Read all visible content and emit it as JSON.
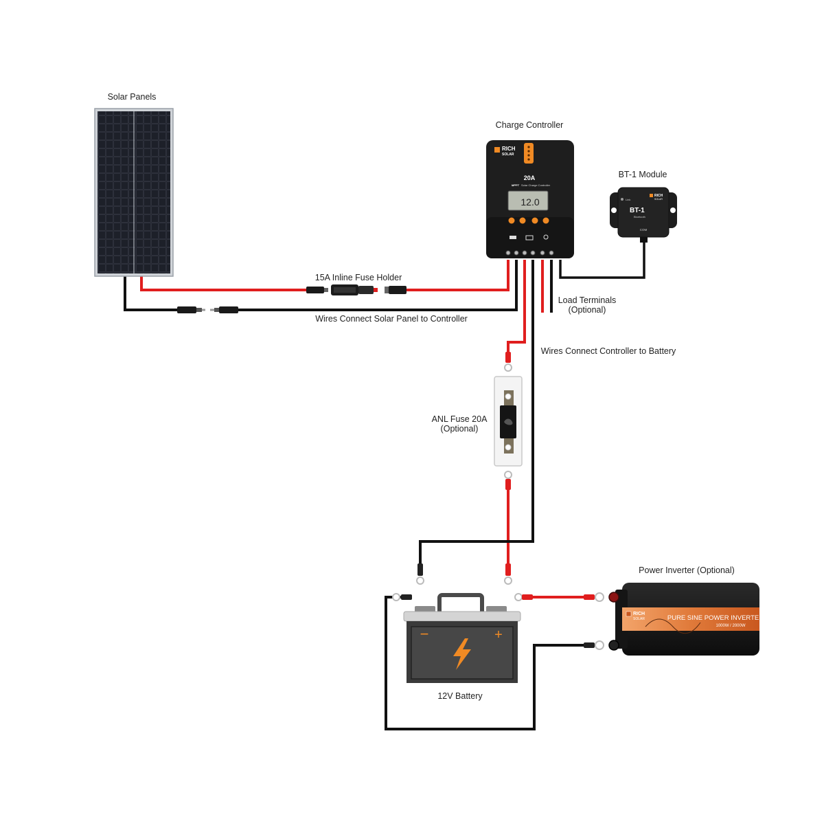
{
  "diagram": {
    "labels": {
      "solar_panels": "Solar Panels",
      "charge_controller": "Charge Controller",
      "bt1_module": "BT-1 Module",
      "inline_fuse": "15A Inline Fuse Holder",
      "load_terminals_line1": "Load Terminals",
      "load_terminals_line2": "(Optional)",
      "wires_panel_controller": "Wires Connect Solar Panel to Controller",
      "wires_controller_battery": "Wires Connect Controller to Battery",
      "anl_fuse_line1": "ANL Fuse 20A",
      "anl_fuse_line2": "(Optional)",
      "power_inverter": "Power Inverter (Optional)",
      "battery": "12V Battery"
    },
    "controller": {
      "brand_line1": "RICH",
      "brand_line2": "SOLAR",
      "rating": "20A",
      "subtitle_mppt": "MPPT",
      "subtitle": "Solar Charge Controller",
      "lcd_value": "12.0"
    },
    "bt_module": {
      "led_label": "Link",
      "brand_line1": "RICH",
      "brand_line2": "SOLAR",
      "model": "BT-1",
      "bluetooth": "Bluetooth",
      "port": "COM"
    },
    "inverter": {
      "brand_line1": "RICH",
      "brand_line2": "SOLAR",
      "title": "PURE SINE POWER INVERTER",
      "rating": "1000W / 2000W"
    },
    "battery": {
      "minus": "−",
      "plus": "+"
    },
    "colors": {
      "wire_red": "#e01e1e",
      "wire_black": "#111111",
      "accent_orange": "#f08a24",
      "device_dark": "#1e1e1e"
    }
  }
}
